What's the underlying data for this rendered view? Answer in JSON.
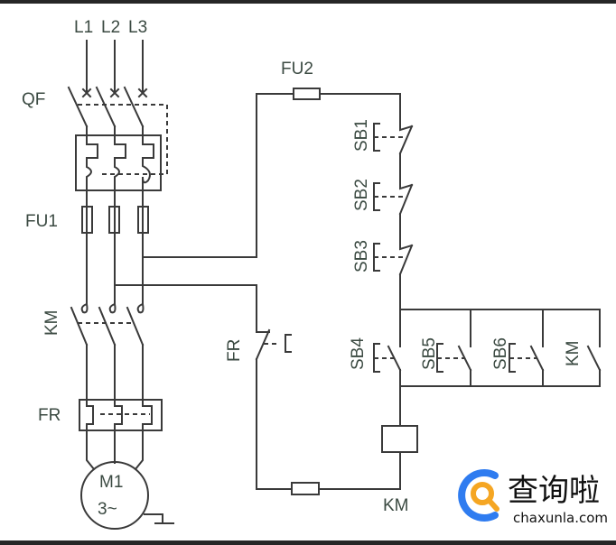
{
  "diagram": {
    "title": "Three-phase motor control circuit",
    "labels": {
      "L1": "L1",
      "L2": "L2",
      "L3": "L3",
      "QF": "QF",
      "FU1": "FU1",
      "KM_main": "KM",
      "FR_main": "FR",
      "motor_name": "M1",
      "motor_phase": "3~",
      "FU2": "FU2",
      "SB1": "SB1",
      "SB2": "SB2",
      "SB3": "SB3",
      "SB4": "SB4",
      "SB5": "SB5",
      "SB6": "SB6",
      "FR_control": "FR",
      "KM_aux": "KM",
      "KM_coil": "KM"
    },
    "components": [
      {
        "id": "QF",
        "type": "circuit-breaker-3pole"
      },
      {
        "id": "FU1",
        "type": "fuse-3x"
      },
      {
        "id": "KM",
        "type": "contactor-main-contacts"
      },
      {
        "id": "FR",
        "type": "thermal-overload-relay"
      },
      {
        "id": "M1",
        "type": "three-phase-motor"
      },
      {
        "id": "FU2",
        "type": "control-fuse"
      },
      {
        "id": "SB1",
        "type": "pushbutton-NC"
      },
      {
        "id": "SB2",
        "type": "pushbutton-NC"
      },
      {
        "id": "SB3",
        "type": "pushbutton-NC"
      },
      {
        "id": "SB4",
        "type": "pushbutton-NO"
      },
      {
        "id": "SB5",
        "type": "pushbutton-NO"
      },
      {
        "id": "SB6",
        "type": "pushbutton-NO"
      },
      {
        "id": "KM-aux",
        "type": "auxiliary-contact-NO"
      },
      {
        "id": "FR-nc",
        "type": "overload-contact-NC"
      },
      {
        "id": "KM-coil",
        "type": "coil"
      }
    ]
  },
  "watermark": {
    "brand_cn": "查询啦",
    "brand_en": "chaxunla.com",
    "colors": {
      "blue": "#2f7cf0",
      "orange": "#f5a623"
    }
  }
}
